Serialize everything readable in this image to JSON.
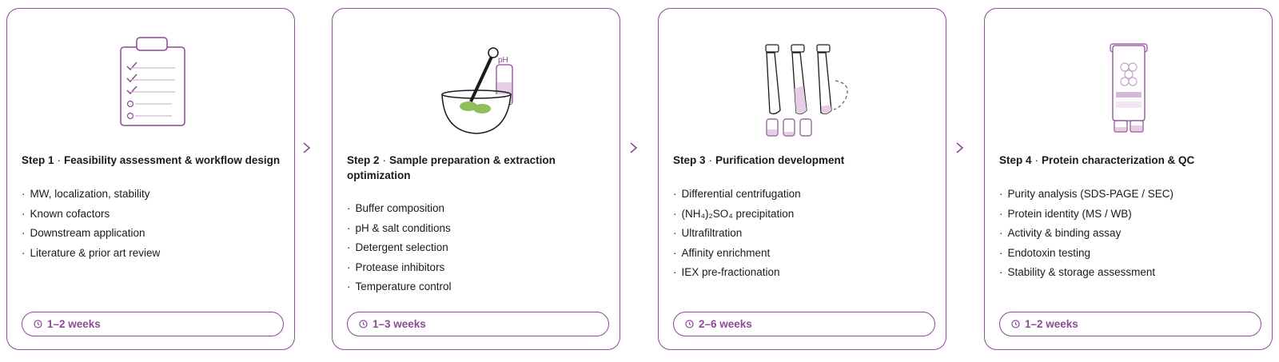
{
  "colors": {
    "accent": "#8a4a94",
    "light": "#e6cfe6",
    "green": "#8fbf5a"
  },
  "steps": [
    {
      "step": "Step 1",
      "sep": "·",
      "title": "Feasibility assessment & workflow design",
      "icon": "clipboard-checklist-icon",
      "items": [
        "MW, localization, stability",
        "Known cofactors",
        "Downstream application",
        "Literature & prior art review"
      ],
      "duration": "1–2 weeks"
    },
    {
      "step": "Step 2",
      "sep": "·",
      "title": "Sample preparation & extraction optimization",
      "icon": "mortar-and-ph-icon",
      "icon_label": "pH",
      "items": [
        "Buffer composition",
        "pH & salt conditions",
        "Detergent selection",
        "Protease inhibitors",
        "Temperature control"
      ],
      "duration": "1–3 weeks"
    },
    {
      "step": "Step 3",
      "sep": "·",
      "title": "Purification development",
      "icon": "centrifuge-tubes-icon",
      "items": [
        "Differential centrifugation",
        "(NH₄)₂SO₄ precipitation",
        "Ultrafiltration",
        "Affinity enrichment",
        "IEX pre-fractionation"
      ],
      "duration": "2–6 weeks"
    },
    {
      "step": "Step 4",
      "sep": "·",
      "title": "Protein characterization & QC",
      "icon": "gel-cassette-icon",
      "items": [
        "Purity analysis (SDS-PAGE / SEC)",
        "Protein identity (MS / WB)",
        "Activity & binding assay",
        "Endotoxin testing",
        "Stability & storage assessment"
      ],
      "duration": "1–2 weeks"
    }
  ]
}
